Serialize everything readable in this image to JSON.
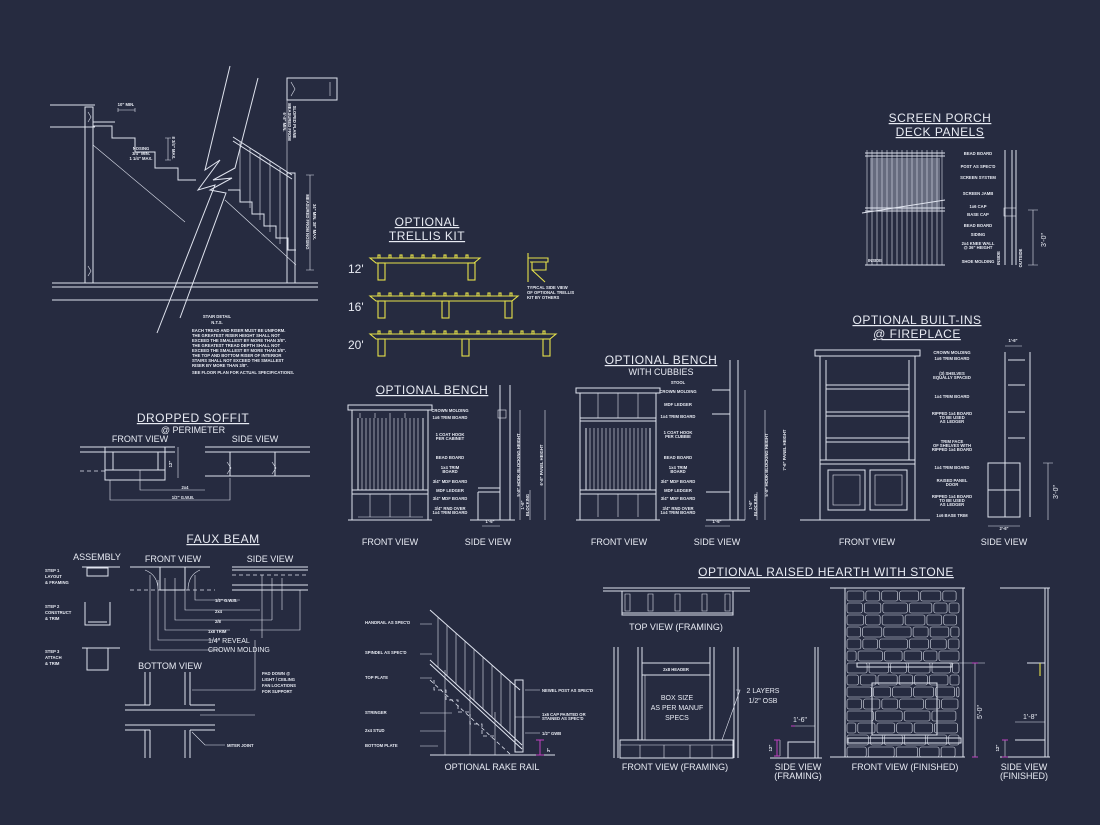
{
  "colors": {
    "background": "#262b40",
    "linework": "#dfe3ee",
    "trellis": "#e6e24a",
    "dimension_ticks": "#c040c0"
  },
  "stair": {
    "title": "STAIR DETAIL",
    "scale": "N.T.S.",
    "tread_min": "10\" MIN.",
    "riser_max": "8 3/4\" MAX.",
    "nosing": [
      "NOSING",
      "3/4\" MIN.",
      "1 1/4\" MAX."
    ],
    "headroom": [
      "6'-8\" MIN.",
      "MEASURED FROM",
      "SLOPED PLANE"
    ],
    "handrail_height": [
      "MEASURED FROM NOSING",
      "34\" MIN. 38\" MAX."
    ],
    "notes": [
      "EACH TREAD AND RISER MUST BE UNIFORM.",
      "THE GREATEST RISER HEIGHT SHALL NOT",
      "EXCEED THE SMALLEST BY MORE THAN 3/8\".",
      "THE GREATEST TREAD DEPTH SHALL NOT",
      "EXCEED THE SMALLEST BY MORE THAN 3/8\".",
      "THE TOP AND BOTTOM RISER OF INTERIOR",
      "STAIRS SHALL NOT EXCEED THE SMALLEST",
      "RISER BY MORE THAN 3/8\".",
      "SEE FLOOR PLAN FOR ACTUAL SPECIFICATIONS."
    ]
  },
  "trellis": {
    "title": [
      "OPTIONAL",
      "TRELLIS KIT"
    ],
    "sizes": [
      "12'",
      "16'",
      "20'"
    ],
    "side_note": [
      "TYPICAL SIDE VIEW",
      "OF OPTIONAL TRELLIS",
      "KIT BY OTHERS"
    ]
  },
  "porch": {
    "title": [
      "SCREEN PORCH",
      "DECK PANELS"
    ],
    "labels": [
      "BEAD BOARD",
      "POST AS SPEC'D",
      "SCREEN SYSTEM",
      "SCREEN JAMB",
      "1x6 CAP",
      "BASE CAP",
      "BEAD BOARD",
      "SIDING",
      "2x4 KNEE WALL",
      "@ 36\" HEIGHT",
      "SHOE MOLDING"
    ],
    "inside": "INSIDE",
    "inside_v": "INSIDE",
    "outside_v": "OUTSIDE",
    "dim": "3'-0\""
  },
  "bench": {
    "title": "OPTIONAL BENCH",
    "labels": [
      "CROWN MOLDING",
      "1x6 TRIM BOARD",
      "1 COAT HOOK",
      "PER CABINET",
      "BEAD BOARD",
      "1x4 TRIM",
      "BOARD",
      "3/4\" MDF BOARD",
      "MDF LEDGER",
      "3/4\" MDF BOARD",
      "3/4\" RND OVER",
      "1x4 TRIM BOARD"
    ],
    "hook_height": "5'-8\" HOOK BLOCKING HEIGHT",
    "panel_height": "6'-8\" PANEL HEIGHT",
    "seat_height": "1'-6\"",
    "blocking": "BLOCKING",
    "depth": "1'-6\"",
    "front": "FRONT VIEW",
    "side": "SIDE VIEW"
  },
  "bench_cubbies": {
    "title": "OPTIONAL BENCH",
    "subtitle": "WITH CUBBIES",
    "labels": [
      "STOOL",
      "CROWN MOLDING",
      "MDF LEDGER",
      "1x4 TRIM BOARD",
      "1 COAT HOOK",
      "PER CUBBIE",
      "BEAD BOARD",
      "1x4 TRIM",
      "BOARD",
      "3/4\" MDF BOARD",
      "MDF LEDGER",
      "3/4\" MDF BOARD",
      "3/4\" RND OVER",
      "1x4 TRIM BOARD"
    ],
    "hook_height": "5'-8\" HOOK BLOCKING HEIGHT",
    "panel_height": "7'-6\" PANEL HEIGHT",
    "seat_height": "1'-6\"",
    "blocking": "BLOCKING",
    "depth": "1'-6\"",
    "front": "FRONT VIEW",
    "side": "SIDE VIEW"
  },
  "builtins": {
    "title": "OPTIONAL BUILT-INS",
    "subtitle": "@ FIREPLACE",
    "labels": [
      "CROWN MOLDING",
      "1x6 TRIM BOARD",
      "(3) SHELVES",
      "EQUALLY SPACED",
      "1x4 TRIM BOARD",
      "RIPPED 1x4 BOARD",
      "TO BE USED",
      "AS LEDGER",
      "TRIM FACE",
      "OF SHELVES WITH",
      "RIPPED 1x4 BOARD",
      "1x4 TRIM BOARD",
      "RAISED PANEL",
      "DOOR",
      "RIPPED 1x4 BOARD",
      "TO BE USED",
      "AS LEDGER",
      "1x6 BASE TRIM"
    ],
    "top_depth": "1'-6\"",
    "base_depth": "2'-6\"",
    "base_height": "3'-0\"",
    "front": "FRONT VIEW",
    "side": "SIDE VIEW"
  },
  "soffit": {
    "title": "DROPPED SOFFIT",
    "subtitle": "@ PERIMETER",
    "front": "FRONT VIEW",
    "side": "SIDE VIEW",
    "drop": "12\"",
    "l1": "2x4",
    "l2": "1/2\" G.W.B."
  },
  "faux_beam": {
    "title": "FAUX BEAM",
    "assembly": "ASSEMBLY",
    "front": "FRONT VIEW",
    "side": "SIDE VIEW",
    "steps": [
      [
        "STEP 1",
        "LAYOUT",
        "& FRAMING"
      ],
      [
        "STEP 2",
        "CONSTRUCT",
        "& TRIM"
      ],
      [
        "STEP 3",
        "ATTACH",
        "& TRIM"
      ]
    ],
    "labels": [
      "1/2\" G.W.B.",
      "2x4",
      "2/8",
      "1x8 TRIM",
      "1/4\" REVEAL",
      "CROWN MOLDING"
    ],
    "bottom": "BOTTOM VIEW",
    "pad": [
      "PAD DOWN @",
      "LIGHT / CEILING",
      "FAN LOCATIONS",
      "FOR SUPPORT"
    ],
    "miter": "MITER JOINT"
  },
  "rake_rail": {
    "title": "OPTIONAL RAKE RAIL",
    "left": [
      "HANDRAIL AS SPEC'D",
      "SPINDEL AS SPEC'D",
      "TOP PLATE",
      "STRINGER",
      "2x4 STUD",
      "BOTTOM PLATE"
    ],
    "right": [
      "NEWEL POST AS SPEC'D",
      "1x6 CAP PAINTED OR",
      "STAINED AS SPEC'D",
      "1/2\" GWB"
    ],
    "dim": "3\""
  },
  "hearth": {
    "title": "OPTIONAL RAISED HEARTH WITH STONE",
    "top": "TOP VIEW (FRAMING)",
    "header": "2x8 HEADER",
    "box": [
      "BOX SIZE",
      "AS PER MANUF",
      "SPECS"
    ],
    "osb": [
      "2 LAYERS",
      "1/2\" OSB"
    ],
    "front_framing": "FRONT VIEW (FRAMING)",
    "side_framing": [
      "SIDE VIEW",
      "(FRAMING)"
    ],
    "front_finished": "FRONT VIEW (FINISHED)",
    "side_finished": [
      "SIDE VIEW",
      "(FINISHED)"
    ],
    "depth_framing": "1'-6\"",
    "height_framing": "12\"",
    "height_mantel": "5'-0\"",
    "depth_finished": "1'-8\"",
    "height_finished": "12\""
  }
}
